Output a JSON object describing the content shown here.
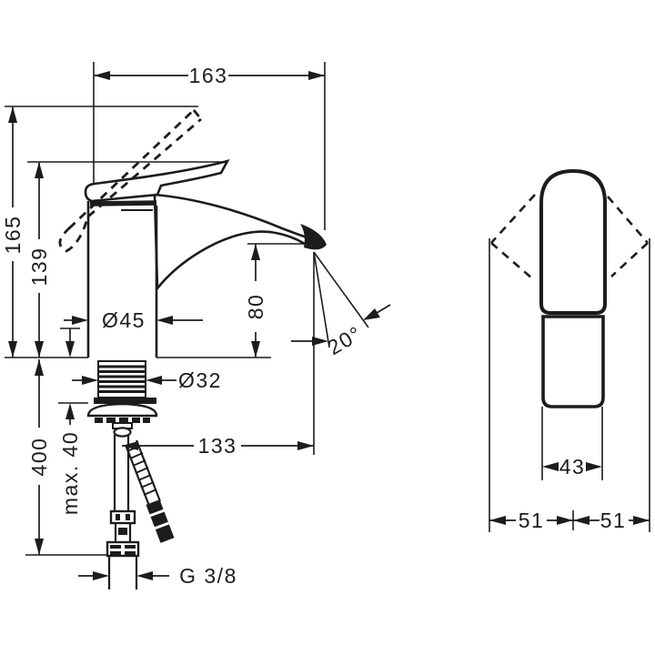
{
  "meta": {
    "description": "Technical installation dimension drawing of a single-lever basin mixer faucet, front view with under-counter supply connections and side view with handle swing envelope",
    "units": "mm",
    "ink_color": "#1c1c1c",
    "paper_color": "#ffffff"
  },
  "front_view": {
    "overall_depth": "163",
    "height_to_raised_lever": "165",
    "height_to_lever": "139",
    "spout_height": "80",
    "body_diameter": "Ø45",
    "shank_diameter": "Ø32",
    "stream_angle": "20°",
    "spout_reach": "133",
    "max_mounting_thickness": "max. 40",
    "hose_length": "400",
    "thread_size": "G 3/8"
  },
  "side_view": {
    "body_width": "43",
    "half_width_left": "51",
    "half_width_right": "51"
  }
}
